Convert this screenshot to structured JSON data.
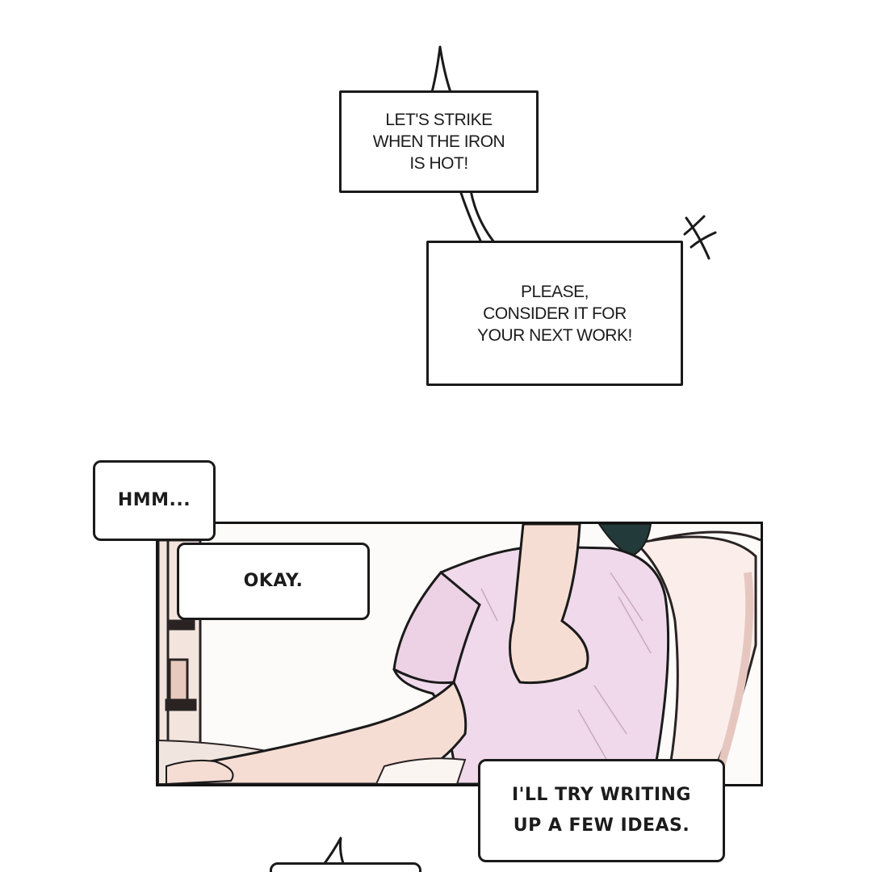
{
  "page": {
    "background": "#ffffff",
    "line_color": "#1a1a1a",
    "shirt_color": "#efd9ea",
    "skin_color": "#f6ddd3",
    "hair_color": "#233a3a"
  },
  "captions": {
    "strike": "LET'S STRIKE\nWHEN THE IRON\nIS HOT!",
    "consider": "PLEASE,\nCONSIDER IT FOR\nYOUR NEXT WORK!"
  },
  "dialogue": {
    "hmm": "HMM...",
    "okay": "OKAY.",
    "try_writing": "I'LL TRY WRITING\nUP A FEW IDEAS."
  },
  "panel": {
    "scene": "man-at-desk-illustration"
  }
}
